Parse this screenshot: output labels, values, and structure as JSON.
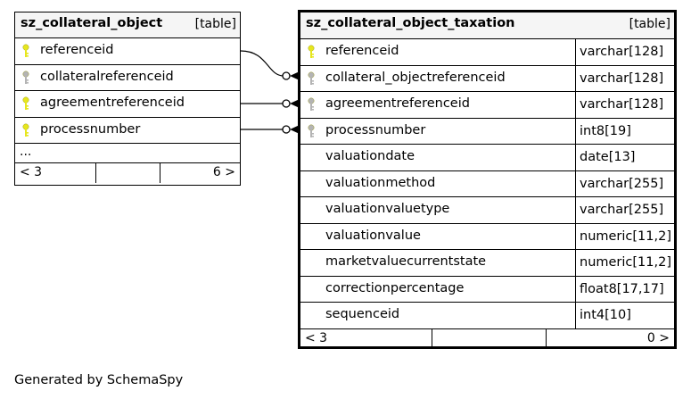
{
  "left_table": {
    "name": "sz_collateral_object",
    "kind": "[table]",
    "columns": [
      {
        "name": "referenceid",
        "key": "primary"
      },
      {
        "name": "collateralreferenceid",
        "key": "foreign"
      },
      {
        "name": "agreementreferenceid",
        "key": "primary"
      },
      {
        "name": "processnumber",
        "key": "primary"
      }
    ],
    "ellipsis": "...",
    "nav_prev": "< 3",
    "nav_next": "6 >"
  },
  "right_table": {
    "name": "sz_collateral_object_taxation",
    "kind": "[table]",
    "columns": [
      {
        "name": "referenceid",
        "type": "varchar[128]",
        "key": "primary"
      },
      {
        "name": "collateral_objectreferenceid",
        "type": "varchar[128]",
        "key": "foreign"
      },
      {
        "name": "agreementreferenceid",
        "type": "varchar[128]",
        "key": "foreign"
      },
      {
        "name": "processnumber",
        "type": "int8[19]",
        "key": "foreign"
      },
      {
        "name": "valuationdate",
        "type": "date[13]",
        "key": "none"
      },
      {
        "name": "valuationmethod",
        "type": "varchar[255]",
        "key": "none"
      },
      {
        "name": "valuationvaluetype",
        "type": "varchar[255]",
        "key": "none"
      },
      {
        "name": "valuationvalue",
        "type": "numeric[11,2]",
        "key": "none"
      },
      {
        "name": "marketvaluecurrentstate",
        "type": "numeric[11,2]",
        "key": "none"
      },
      {
        "name": "correctionpercentage",
        "type": "float8[17,17]",
        "key": "none"
      },
      {
        "name": "sequenceid",
        "type": "int4[10]",
        "key": "none"
      }
    ],
    "nav_prev": "< 3",
    "nav_next": "0 >"
  },
  "colors": {
    "primary_key": "#e6e61e",
    "foreign_key": "#b4b4b4",
    "header_bg": "#f5f5f5"
  },
  "footer": "Generated by SchemaSpy"
}
